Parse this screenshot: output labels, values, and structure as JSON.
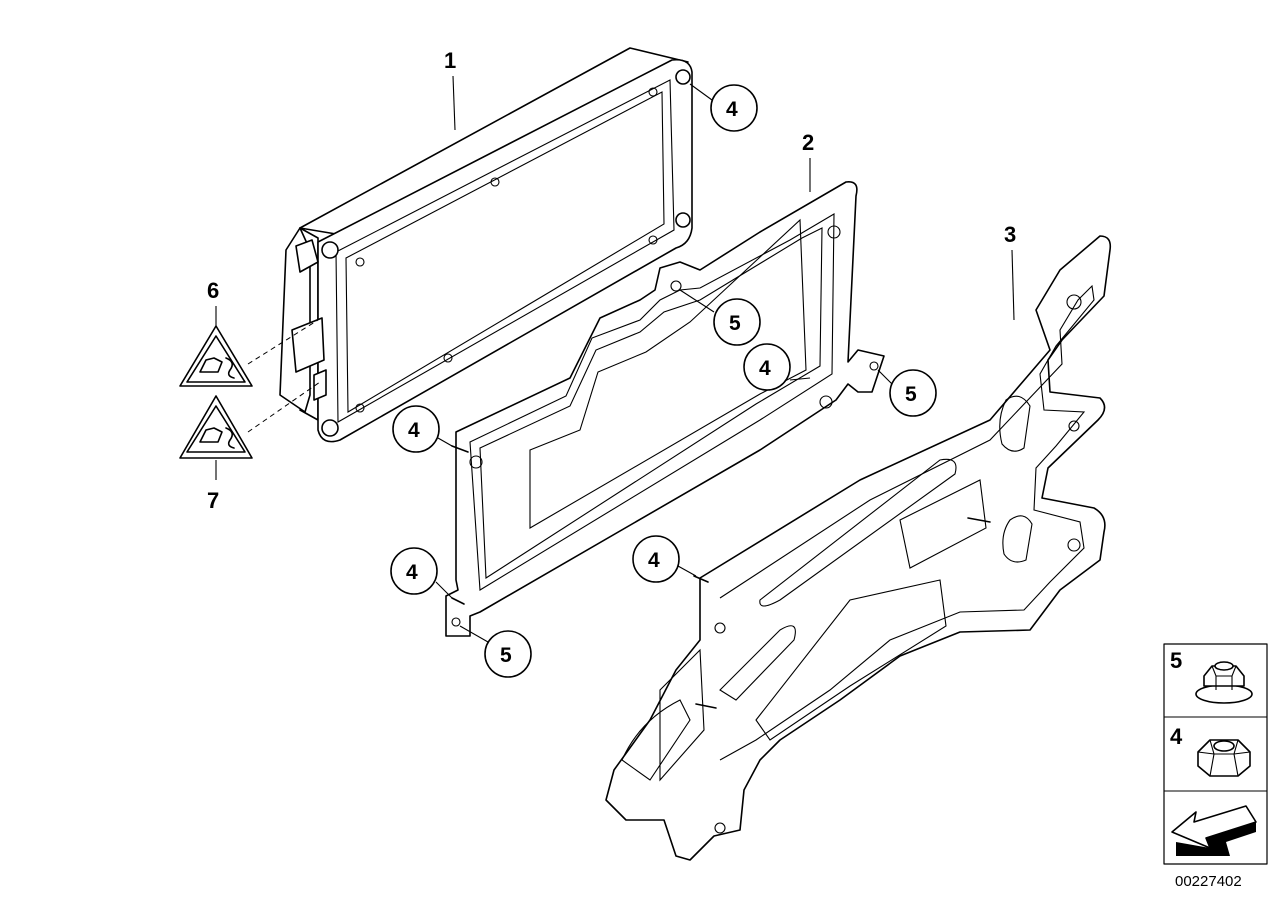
{
  "diagram": {
    "part_labels": {
      "p1": "1",
      "p2": "2",
      "p3": "3",
      "p6": "6",
      "p7": "7"
    },
    "callouts": [
      {
        "id": "c-top",
        "text": "4"
      },
      {
        "id": "c-mid5",
        "text": "5"
      },
      {
        "id": "c-mid4",
        "text": "4"
      },
      {
        "id": "c-right5",
        "text": "5"
      },
      {
        "id": "c-left4",
        "text": "4"
      },
      {
        "id": "c-lowleft4",
        "text": "4"
      },
      {
        "id": "c-lowleft5",
        "text": "5"
      },
      {
        "id": "c-center4",
        "text": "4"
      }
    ],
    "legend": [
      {
        "label": "5",
        "icon": "flange-nut-icon"
      },
      {
        "label": "4",
        "icon": "hex-nut-icon"
      },
      {
        "label": "",
        "icon": "arrow-icon"
      }
    ],
    "document_number": "00227402"
  }
}
